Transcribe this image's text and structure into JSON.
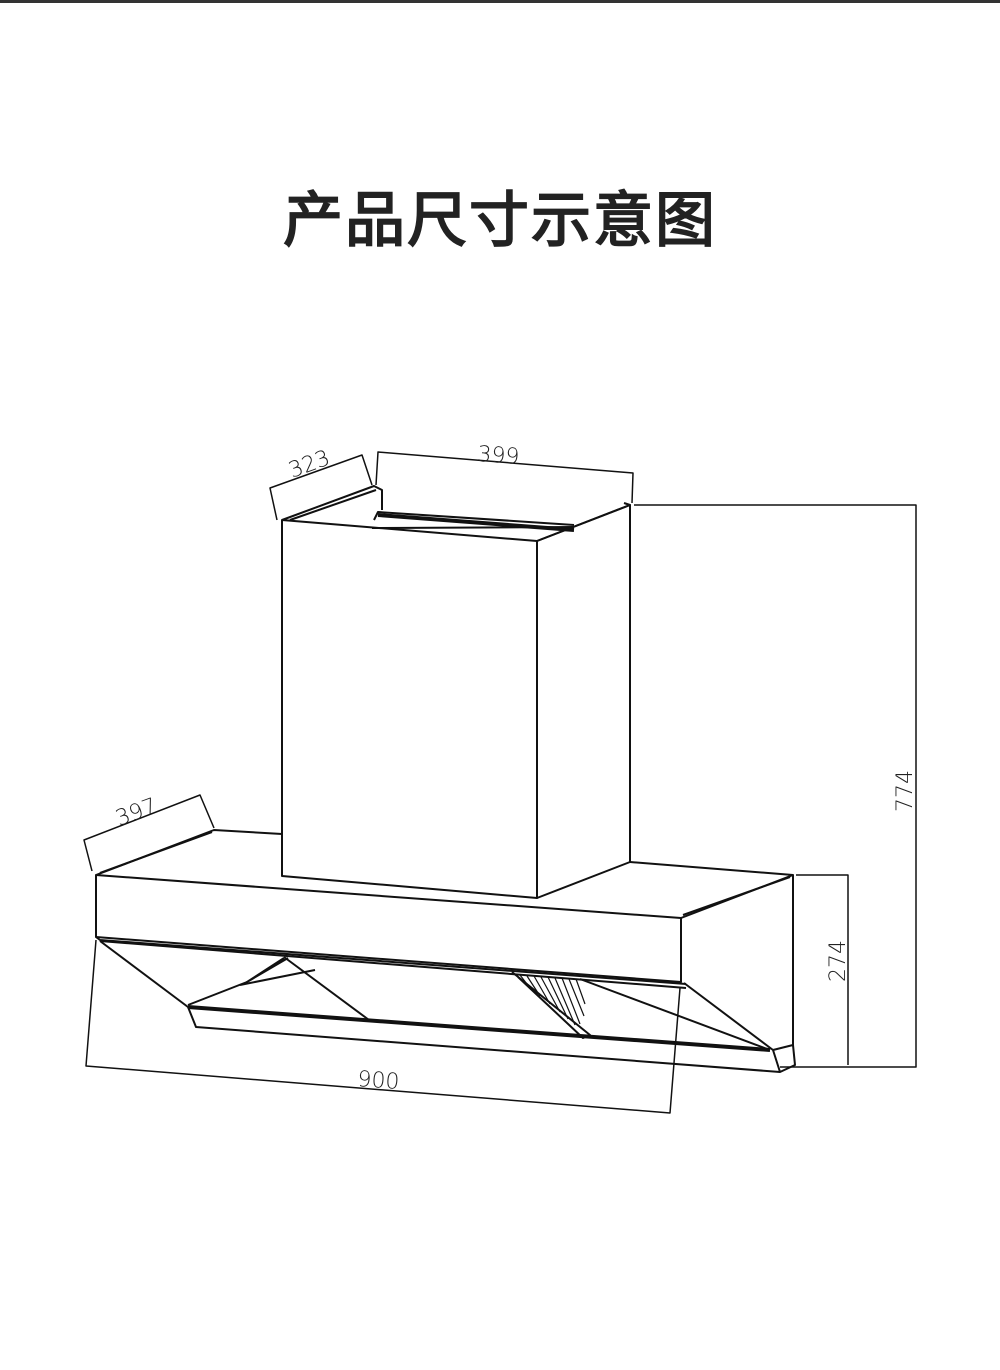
{
  "title": "产品尺寸示意图",
  "dimensions": {
    "chimney_depth": "323",
    "chimney_width": "399",
    "body_depth": "397",
    "total_height": "774",
    "body_height": "274",
    "body_width": "900"
  },
  "colors": {
    "line": "#111111",
    "background": "#ffffff",
    "top_bar": "#333333"
  }
}
